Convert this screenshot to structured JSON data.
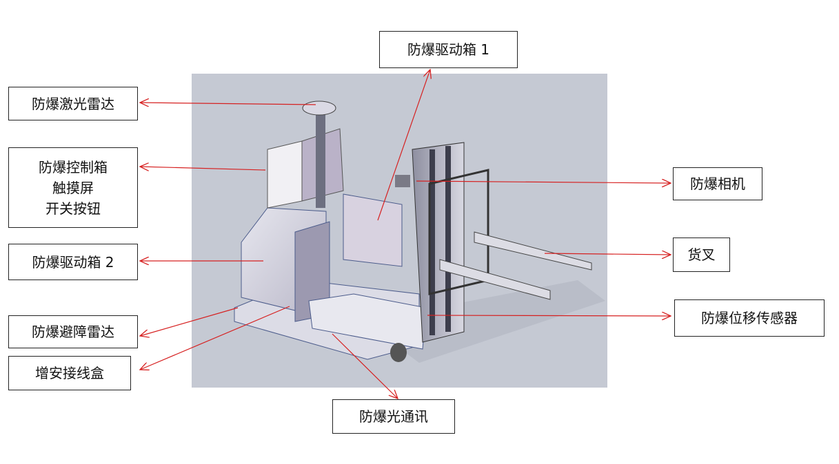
{
  "labels": {
    "lidar": "防爆激光雷达",
    "control_box_line1": "防爆控制箱",
    "control_box_line2": "触摸屏",
    "control_box_line3": "开关按钮",
    "drive_box_2": "防爆驱动箱 2",
    "obstacle_radar": "防爆避障雷达",
    "junction_box": "增安接线盒",
    "drive_box_1": "防爆驱动箱 1",
    "camera": "防爆相机",
    "fork": "货叉",
    "displacement_sensor": "防爆位移传感器",
    "optical_comm": "防爆光通讯"
  },
  "colors": {
    "arrow": "#d62020",
    "photo_background": "#c5c9d3"
  }
}
